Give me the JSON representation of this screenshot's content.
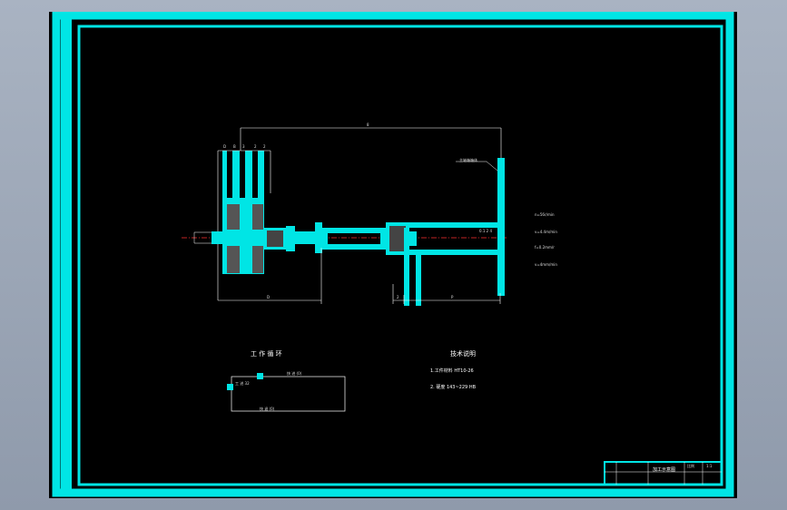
{
  "colors": {
    "frame": "#00e5e5",
    "background": "#000000",
    "lines": "#ffffff",
    "centerline": "#ff3030",
    "viewport": "#9aa6b6"
  },
  "drawing": {
    "dim_top": "8",
    "callout_label": "主轴箱箱体",
    "params": [
      "n=56r/min",
      "v=4.4m/min",
      "f=0.2mm/r",
      "v=4mm/min"
    ],
    "center_label": "0.1 2 4",
    "dim_left": "D",
    "dim_mid": "2",
    "dim_right": "P",
    "top_dims": [
      "D",
      "B",
      "3",
      "2",
      "2"
    ]
  },
  "cycle": {
    "title": "工 作 循 环",
    "rapid_forward": "快 进 (0)",
    "work_feed": "工 进 32",
    "rapid_return": "快 退 (0)"
  },
  "notes": {
    "title": "技术说明",
    "line1": "1.工件材料 HT10-26",
    "line2": "2. 硬度 143~229 HB"
  },
  "title_block": {
    "name": "加工示意图",
    "cells": [
      "比例",
      "1:1"
    ]
  }
}
